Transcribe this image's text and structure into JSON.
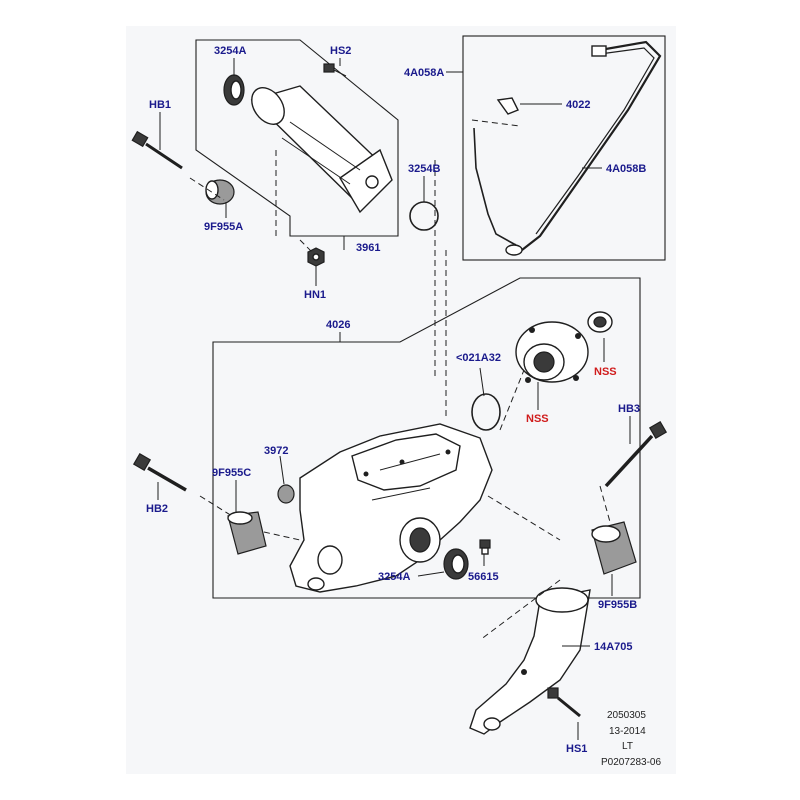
{
  "labels": {
    "p3254a_top": "3254A",
    "hs2": "HS2",
    "hb1": "HB1",
    "p9f955a": "9F955A",
    "p3961": "3961",
    "p3254b": "3254B",
    "hn1": "HN1",
    "p4a058a": "4A058A",
    "p4022": "4022",
    "p4a058b": "4A058B",
    "p4026": "4026",
    "p021a32": "<021A32",
    "nss_top": "NSS",
    "nss_mid": "NSS",
    "hb3": "HB3",
    "p3972": "3972",
    "p9f955c": "9F955C",
    "hb2": "HB2",
    "p3254a_bottom": "3254A",
    "p56615": "56615",
    "p9f955b": "9F955B",
    "p14a705": "14A705",
    "hs1": "HS1"
  },
  "footer": {
    "line1": "2050305",
    "line2": "13-2014",
    "line3": "LT",
    "line4": "P0207283-06"
  },
  "colors": {
    "callout_blue": "#1a1a8c",
    "nss_red": "#d01c1c",
    "sheet_background": "#f6f7f9"
  }
}
